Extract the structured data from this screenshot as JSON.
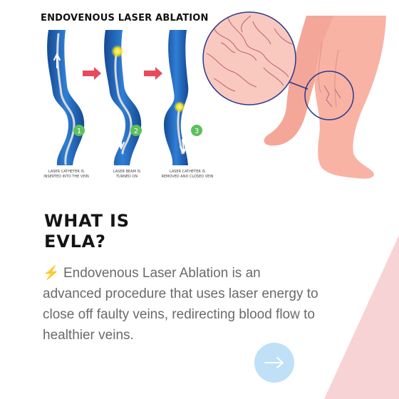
{
  "diagram": {
    "title": "ENDOVENOUS LASER ABLATION",
    "steps": [
      {
        "number": "1",
        "caption_line1": "LASER CATHETER IS",
        "caption_line2": "INSERTED INTO THE VEIN"
      },
      {
        "number": "2",
        "caption_line1": "LASER BEAM IS",
        "caption_line2": "TURNED ON"
      },
      {
        "number": "3",
        "caption_line1": "LASER CATHETER IS",
        "caption_line2": "REMOVED AND CLOSED VEIN"
      }
    ]
  },
  "content": {
    "heading_line1": "WHAT IS",
    "heading_line2": "EVLA?",
    "bolt_emoji": "⚡",
    "description": " Endovenous Laser Ablation is an advanced procedure that uses laser energy to close off faulty veins, redirecting blood flow to healthier veins."
  },
  "icons": {
    "next": "arrow-right-icon",
    "bolt": "lightning-bolt-icon"
  },
  "colors": {
    "vein_blue": "#1f5fb0",
    "vein_light": "#2f7ed6",
    "step_badge": "#5cc05c",
    "arrow_red": "#e8495c",
    "laser_yellow": "#f7e21a",
    "skin": "#f8b3a5",
    "magnifier_stroke": "#2a3a8a",
    "accent_pink": "#f8d3d6",
    "next_button": "#bfe0f6"
  }
}
